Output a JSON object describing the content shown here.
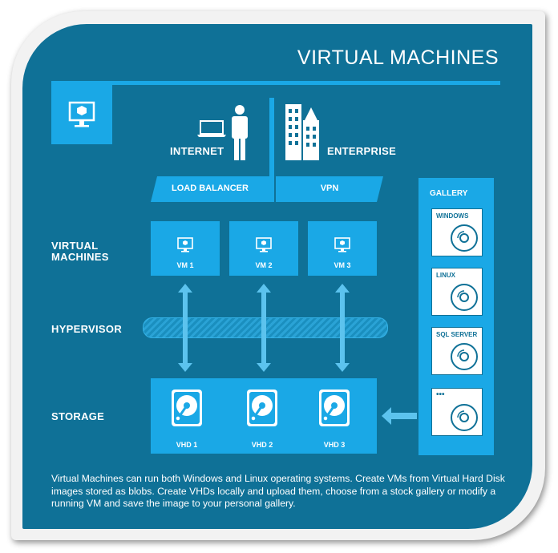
{
  "title": "VIRTUAL MACHINES",
  "top": {
    "internet": "INTERNET",
    "enterprise": "ENTERPRISE",
    "load_balancer": "LOAD BALANCER",
    "vpn": "VPN"
  },
  "rows": {
    "virtual_machines_1": "VIRTUAL",
    "virtual_machines_2": "MACHINES",
    "hypervisor": "HYPERVISOR",
    "storage": "STORAGE"
  },
  "vms": [
    "VM 1",
    "VM 2",
    "VM 3"
  ],
  "vhds": [
    "VHD 1",
    "VHD 2",
    "VHD 3"
  ],
  "gallery": {
    "title": "GALLERY",
    "items": [
      "WINDOWS",
      "LINUX",
      "SQL SERVER",
      "•••"
    ]
  },
  "description": "Virtual Machines can run both Windows and Linux operating systems. Create VMs from Virtual Hard Disk images stored as blobs. Create VHDs locally and upload them, choose from a stock gallery or modify a running VM and save the image to your personal gallery.",
  "colors": {
    "panel": "#0f7197",
    "accent": "#1aa8e6",
    "text": "#ffffff"
  },
  "icons": [
    "monitor-icon",
    "laptop-icon",
    "person-icon",
    "building-icon",
    "hard-disk-icon",
    "disc-icon",
    "arrow-left-icon",
    "double-arrow-icon"
  ]
}
